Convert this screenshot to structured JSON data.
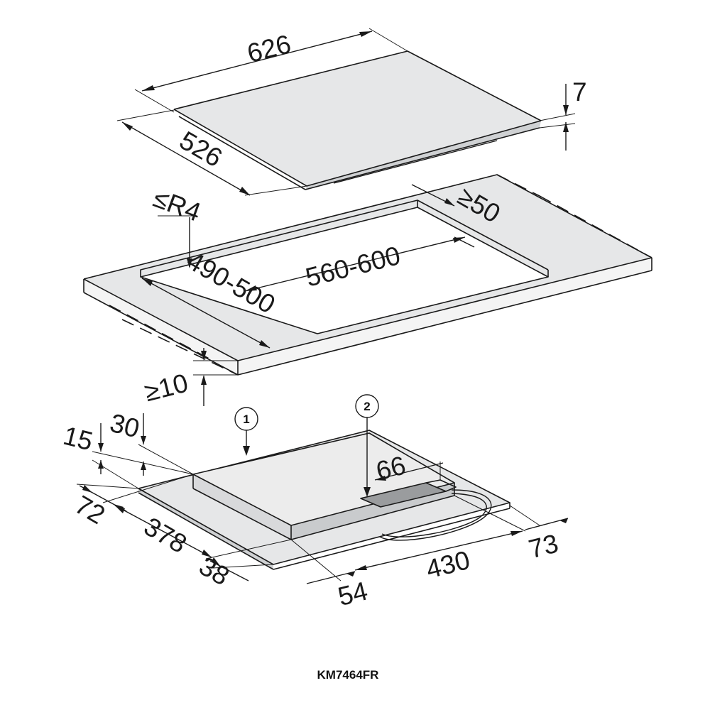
{
  "model": "KM7464FR",
  "hob_dimensions": {
    "width": "626",
    "depth": "526",
    "glass_thickness": "7"
  },
  "cutout_dimensions": {
    "corner_radius": "≤R4",
    "rear_clearance": "≥50",
    "width": "560-600",
    "depth": "490-500",
    "worktop_thickness": "≥10"
  },
  "underside_dimensions": {
    "d15": "15",
    "d30": "30",
    "d72": "72",
    "d378": "378",
    "d38": "38",
    "d54": "54",
    "d430": "430",
    "d73": "73",
    "d66": "66"
  },
  "callouts": [
    "1",
    "2"
  ]
}
